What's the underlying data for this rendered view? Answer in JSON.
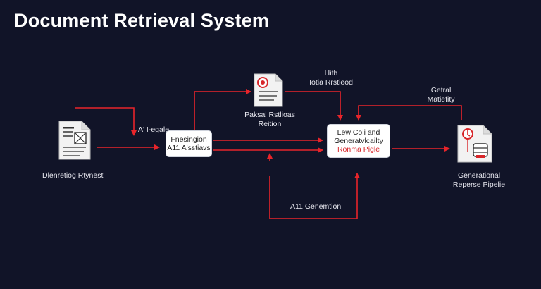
{
  "title": "Document Retrieval System",
  "nodes": {
    "input_doc_label": "Dlenretiog Rtynest",
    "processing_box": {
      "line1": "Fnesingion",
      "line2": "A11 A'sstiavs"
    },
    "retrieval_doc_label": {
      "line1": "Paksal Rstlioas",
      "line2": "Reition"
    },
    "generation_box": {
      "line1": "Lew Coli and",
      "line2": "Generatvlcailty",
      "line3": "Ronma Pigle"
    },
    "output_doc_label": {
      "line1": "Generational",
      "line2": "Reperse Pipelie"
    }
  },
  "edge_labels": {
    "a_legale": "A' I-egale",
    "high_retrieval": {
      "line1": "Hith",
      "line2": "Iotia Rrstieod"
    },
    "getral_matiefity": {
      "line1": "Getral",
      "line2": "Matiefity"
    },
    "ai_generation": "A11 Genemtion"
  },
  "colors": {
    "background": "#111428",
    "arrow": "#e8242a",
    "box": "#ffffff"
  },
  "icons": {
    "input_doc": "document-icon",
    "retrieval_doc": "document-search-icon",
    "output_doc": "document-database-icon"
  }
}
